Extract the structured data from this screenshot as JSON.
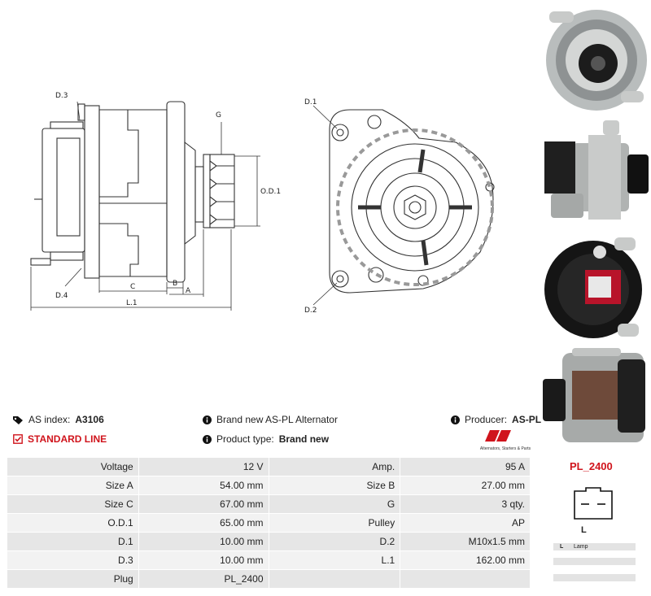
{
  "drawing": {
    "labels": {
      "d3": "D.3",
      "d4": "D.4",
      "g": "G",
      "od1": "O.D.1",
      "c": "C",
      "b": "B",
      "a": "A",
      "l1": "L.1",
      "front_d1": "D.1",
      "front_d2": "D.2"
    }
  },
  "info": {
    "index_label": "AS index:",
    "index_value": "A3106",
    "standard_line": "STANDARD LINE",
    "description": "Brand new AS-PL Alternator",
    "product_type_label": "Product type:",
    "product_type_value": "Brand new",
    "producer_label": "Producer:",
    "producer_value": "AS-PL",
    "logo_caption": "Alternators, Starters & Parts"
  },
  "specs": [
    {
      "label": "Voltage",
      "value": "12 V",
      "label2": "Amp.",
      "value2": "95 A"
    },
    {
      "label": "Size A",
      "value": "54.00 mm",
      "label2": "Size B",
      "value2": "27.00 mm"
    },
    {
      "label": "Size C",
      "value": "67.00 mm",
      "label2": "G",
      "value2": "3 qty."
    },
    {
      "label": "O.D.1",
      "value": "65.00 mm",
      "label2": "Pulley",
      "value2": "AP"
    },
    {
      "label": "D.1",
      "value": "10.00 mm",
      "label2": "D.2",
      "value2": "M10x1.5 mm"
    },
    {
      "label": "D.3",
      "value": "10.00 mm",
      "label2": "L.1",
      "value2": "162.00 mm"
    },
    {
      "label": "Plug",
      "value": "PL_2400",
      "label2": "",
      "value2": ""
    }
  ],
  "plug": {
    "code": "PL_2400",
    "pin_label": "L",
    "pins": [
      {
        "code": "L",
        "desc": "Lamp"
      },
      {
        "code": "",
        "desc": ""
      },
      {
        "code": "",
        "desc": ""
      }
    ]
  },
  "colors": {
    "accent_red": "#d0141c",
    "row_dark": "#e6e6e6",
    "row_light": "#f2f2f2"
  }
}
